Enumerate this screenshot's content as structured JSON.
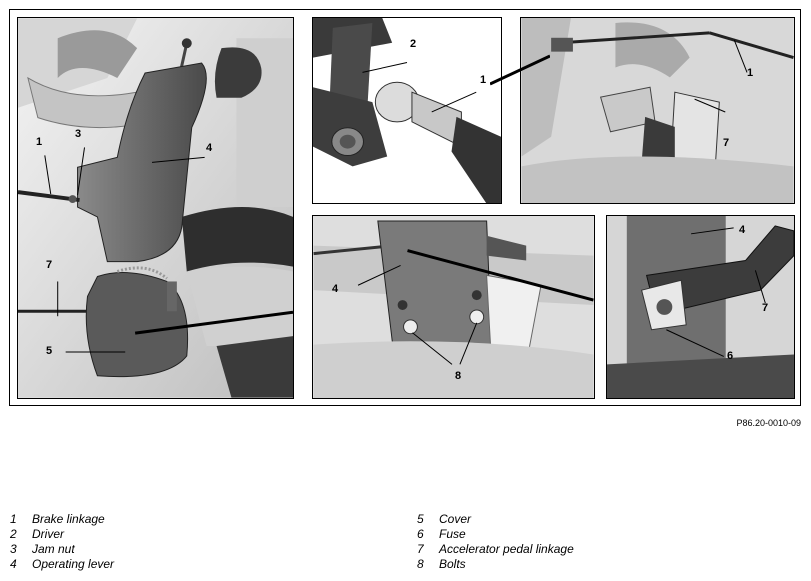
{
  "figure_code": "P86.20-0010-09",
  "callouts": {
    "main": [
      "1",
      "3",
      "4",
      "7",
      "5"
    ],
    "driver_detail": [
      "2",
      "1"
    ],
    "pedal_detail": [
      "1",
      "7"
    ],
    "bracket_detail": [
      "4",
      "8"
    ],
    "fuse_detail": [
      "4",
      "7",
      "6"
    ]
  },
  "legend": [
    {
      "num": "1",
      "text": "Brake linkage"
    },
    {
      "num": "2",
      "text": "Driver"
    },
    {
      "num": "3",
      "text": "Jam nut"
    },
    {
      "num": "4",
      "text": "Operating lever"
    },
    {
      "num": "5",
      "text": "Cover"
    },
    {
      "num": "6",
      "text": "Fuse"
    },
    {
      "num": "7",
      "text": "Accelerator pedal linkage"
    },
    {
      "num": "8",
      "text": "Bolts"
    }
  ]
}
